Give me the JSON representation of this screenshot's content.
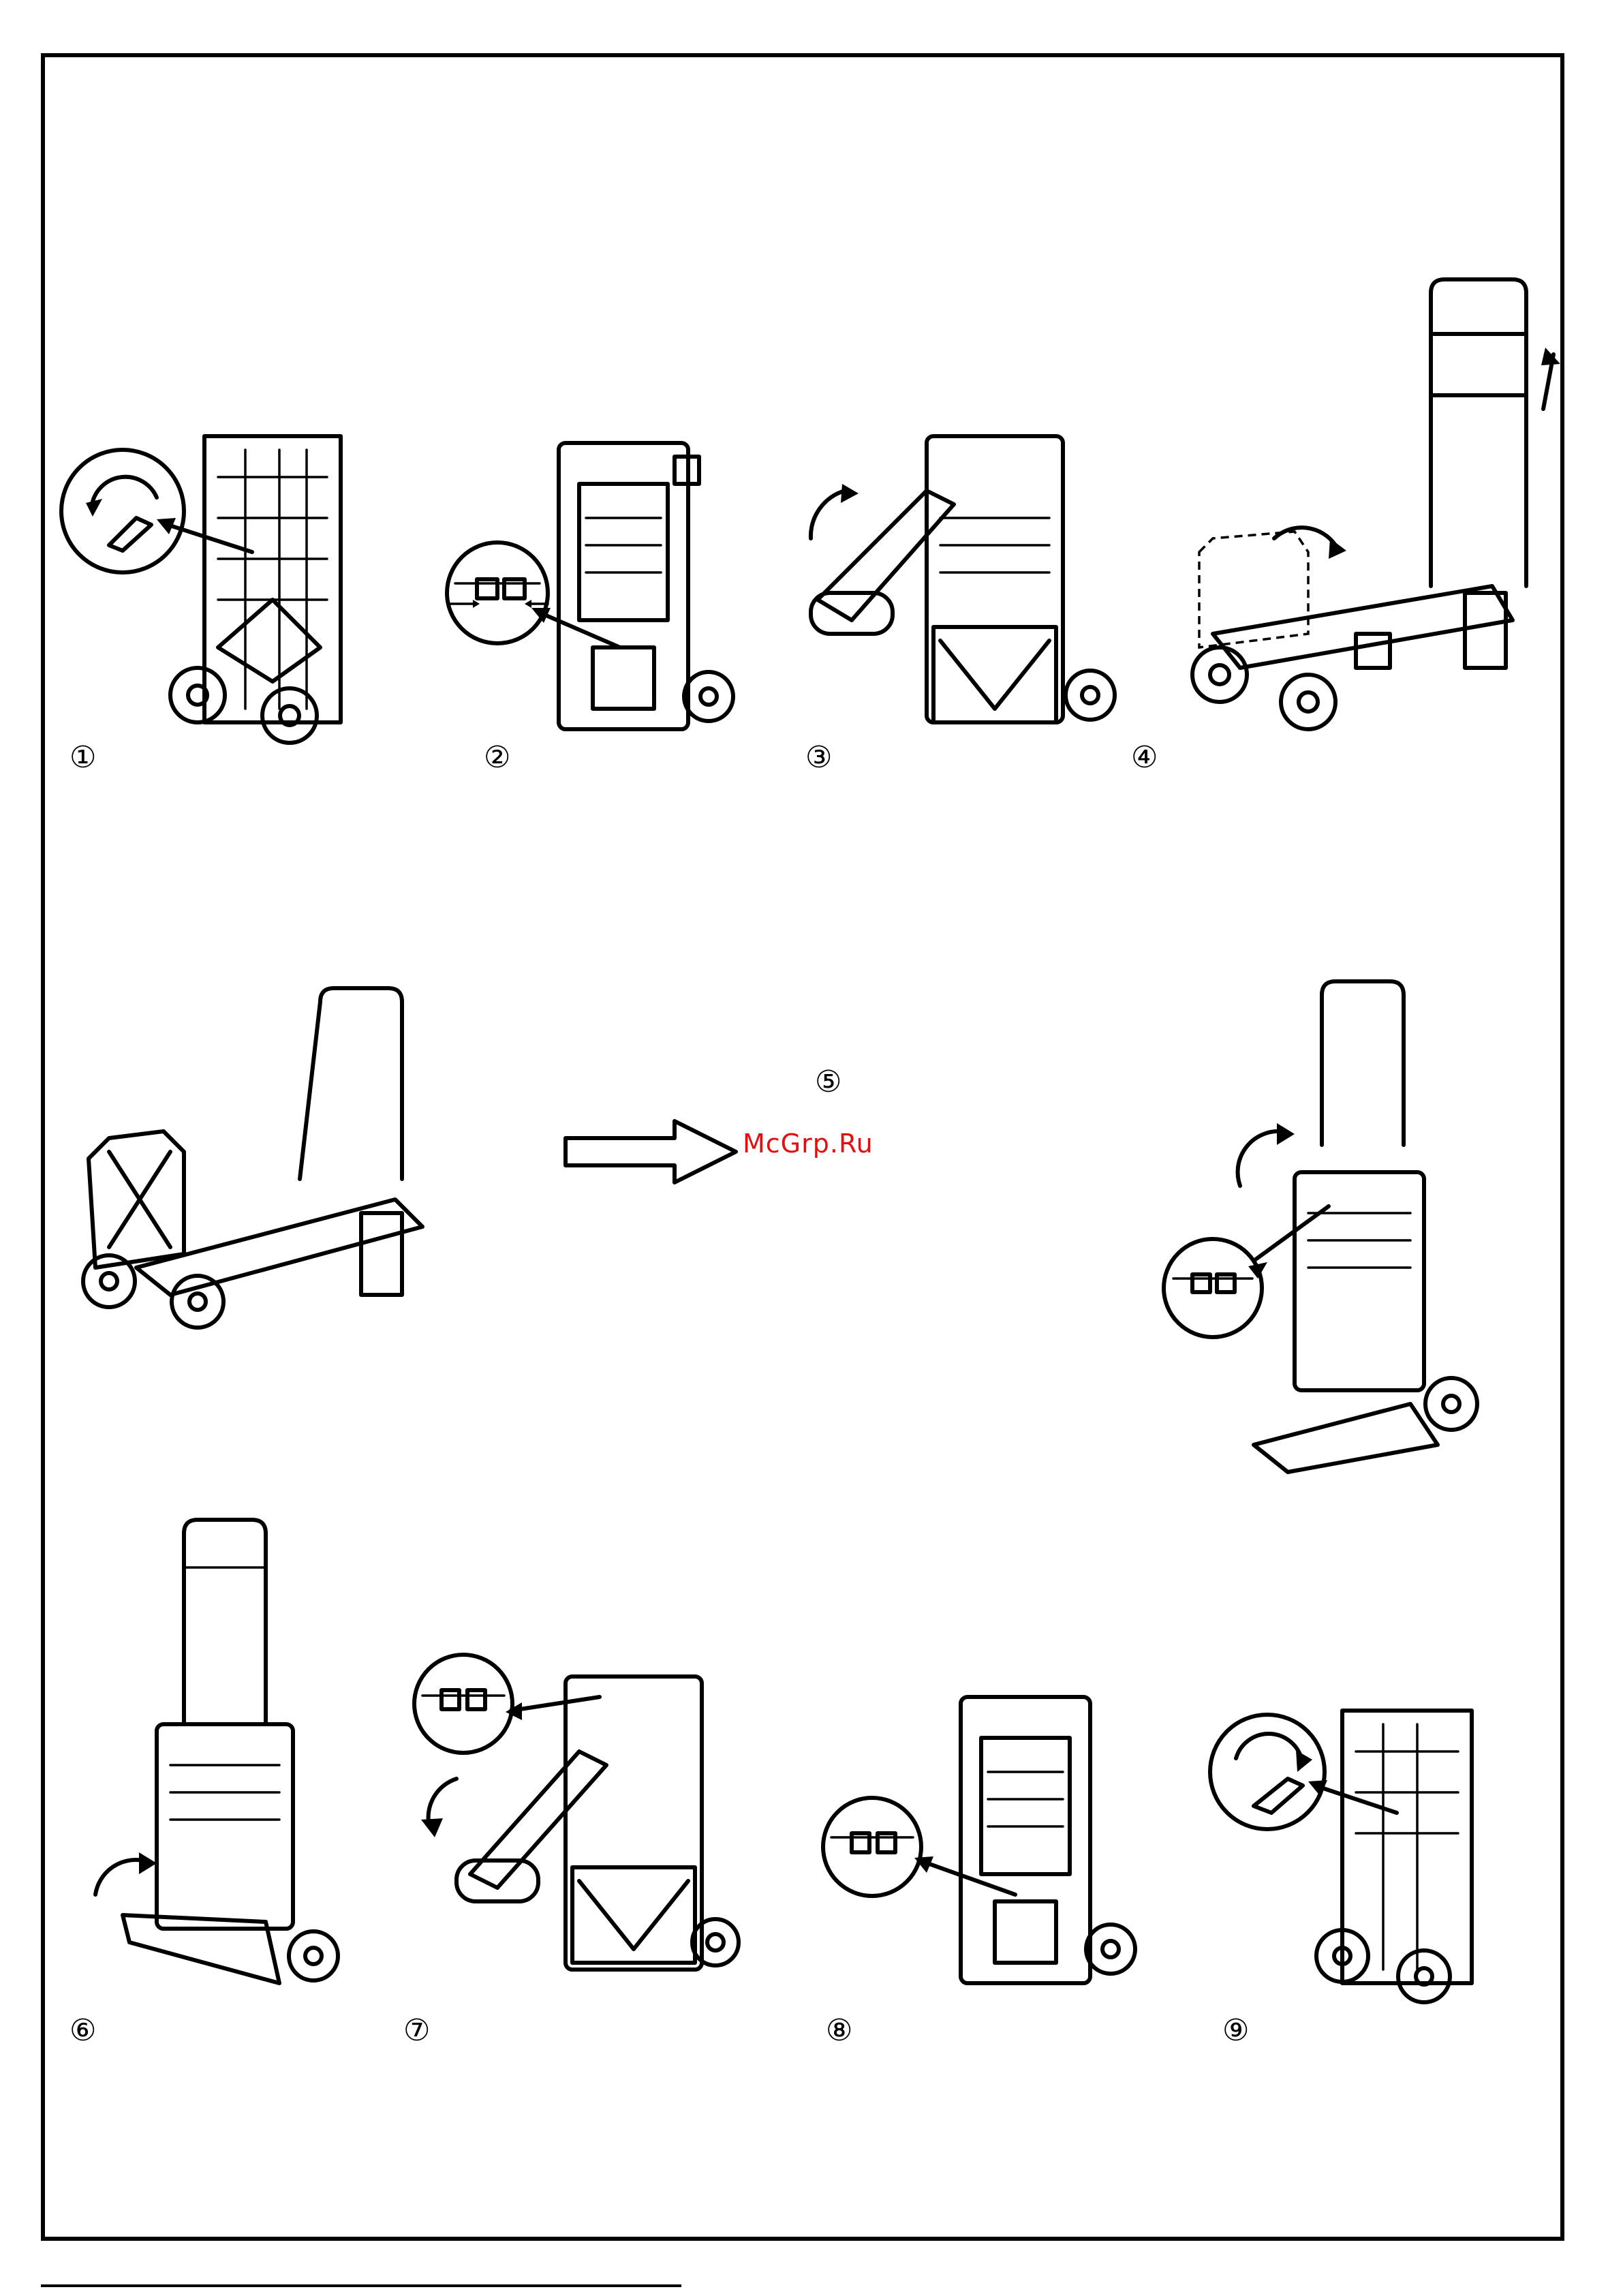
{
  "page": {
    "watermark": "McGrp.Ru"
  },
  "steps": [
    {
      "id": "1",
      "label": "①"
    },
    {
      "id": "2",
      "label": "②"
    },
    {
      "id": "3",
      "label": "③"
    },
    {
      "id": "4",
      "label": "④"
    },
    {
      "id": "5",
      "label": "⑤"
    },
    {
      "id": "6",
      "label": "⑥"
    },
    {
      "id": "7",
      "label": "⑦"
    },
    {
      "id": "8",
      "label": "⑧"
    },
    {
      "id": "9",
      "label": "⑨"
    }
  ],
  "colors": {
    "line": "#000000",
    "background": "#ffffff",
    "watermark": "#e01010"
  },
  "icons": [
    "rotate-arrow-icon",
    "lock-detail-icon",
    "right-arrow-icon",
    "up-arrow-icon"
  ]
}
